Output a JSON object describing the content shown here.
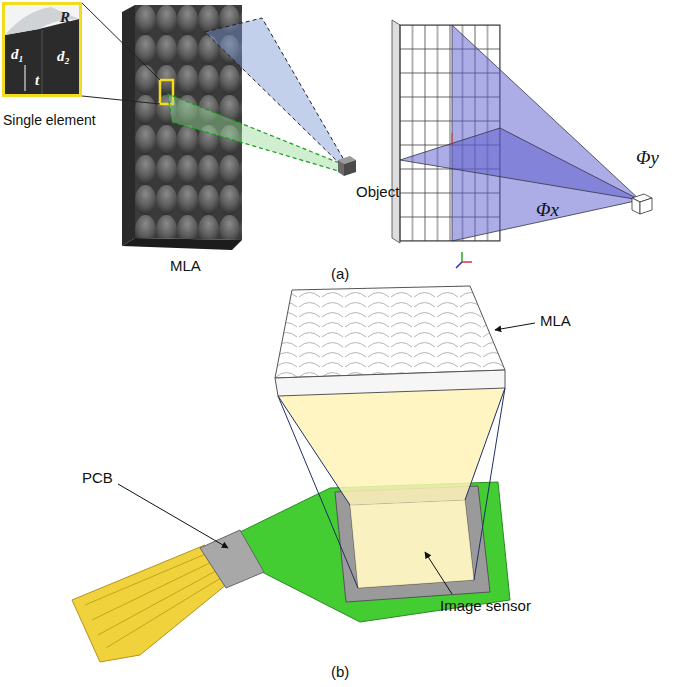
{
  "diagram": {
    "nodes": [
      {
        "text": [
          "R",
          "d₁",
          "d₂",
          "t",
          "Single element"
        ]
      }
    ],
    "labels": [
      "MLA",
      "Object",
      "Φy",
      "Φx",
      "(a)",
      "MLA",
      "PCB",
      "Image sensor",
      "(b)"
    ]
  }
}
